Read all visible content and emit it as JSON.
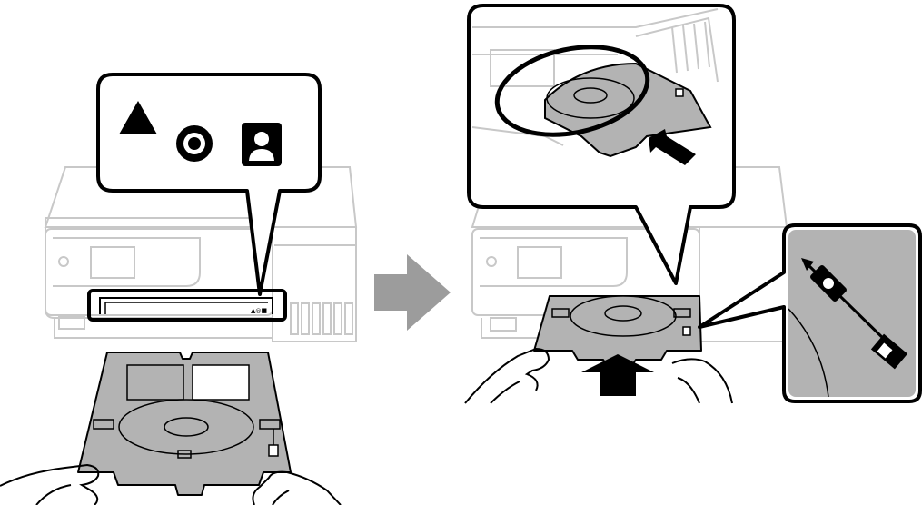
{
  "figure": {
    "steps": [
      {
        "id": "step-1",
        "callout_icons": [
          "triangle-icon",
          "disc-icon",
          "person-photo-icon"
        ]
      },
      {
        "id": "step-2",
        "callout_icons": [
          "tray-insert-zoom",
          "tray-mark-zoom"
        ]
      }
    ],
    "transition": "arrow-right-icon",
    "colors": {
      "outline": "#000000",
      "printer_line": "#c8c8c8",
      "tray_fill": "#b3b3b3",
      "arrow_gray": "#9c9c9c",
      "background": "#ffffff"
    }
  }
}
